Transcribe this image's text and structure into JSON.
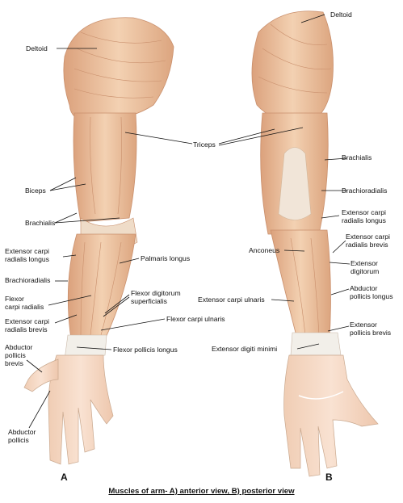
{
  "caption": "Muscles of arm- A) anterior view, B) posterior view",
  "panels": {
    "a": "A",
    "b": "B"
  },
  "labels_a": {
    "deltoid": "Deltoid",
    "triceps": "Triceps",
    "biceps": "Biceps",
    "brachialis": "Brachialis",
    "ext_carpi_rad_longus": "Extensor carpi\nradialis longus",
    "palmaris_longus": "Palmaris longus",
    "brachioradialis": "Brachioradialis",
    "flexor_carpi_radialis": "Flexor\ncarpi radialis",
    "flexor_digitorum_superficialis": "Flexor digitorum\nsuperficialis",
    "ext_carpi_rad_brevis": "Extensor carpi\nradialis brevis",
    "flexor_carpi_ulnaris": "Flexor carpi ulnaris",
    "abductor_pollicis_brevis": "Abductor\npollicis\nbrevis",
    "flexor_pollicis_longus": "Flexor pollicis longus",
    "abductor_pollicis": "Abductor\npollicis"
  },
  "labels_b": {
    "deltoid": "Deltoid",
    "brachialis": "Brachialis",
    "brachioradialis": "Brachioradialis",
    "ext_carpi_rad_longus": "Extensor carpi\nradialis longus",
    "ext_carpi_rad_brevis": "Extensor carpi\nradialis brevis",
    "anconeus": "Anconeus",
    "ext_digitorum": "Extensor\ndigitorum",
    "abductor_pollicis_longus": "Abductor\npollicis longus",
    "ext_carpi_ulnaris": "Extensor carpi ulnaris",
    "ext_pollicis_brevis": "Extensor\npollicis brevis",
    "ext_digiti_minimi": "Extensor digiti minimi"
  },
  "colors": {
    "muscle": "#efc9a6",
    "muscle_dark": "#d9a27d",
    "tendon": "#f2efe9",
    "line": "#111111"
  }
}
